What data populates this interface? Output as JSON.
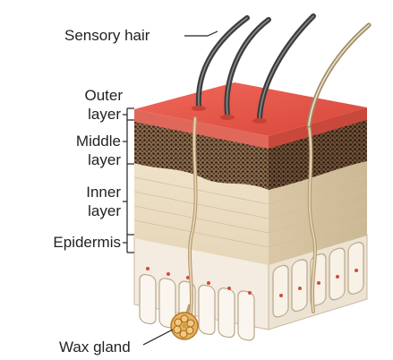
{
  "labels": {
    "sensory_hair": "Sensory hair",
    "outer_layer_line1": "Outer",
    "outer_layer_line2": "layer",
    "middle_layer_line1": "Middle",
    "middle_layer_line2": "layer",
    "inner_layer_line1": "Inner",
    "inner_layer_line2": "layer",
    "epidermis": "Epidermis",
    "wax_gland": "Wax gland"
  },
  "colors": {
    "outer_layer": "#e8574a",
    "middle_layer": "#6b4a32",
    "inner_layer": "#efe1c8",
    "epidermis": "#f3ebe0",
    "hair": "#4a4a4a",
    "wax_gland": "#e9b35a",
    "leader_line": "#231f20"
  }
}
